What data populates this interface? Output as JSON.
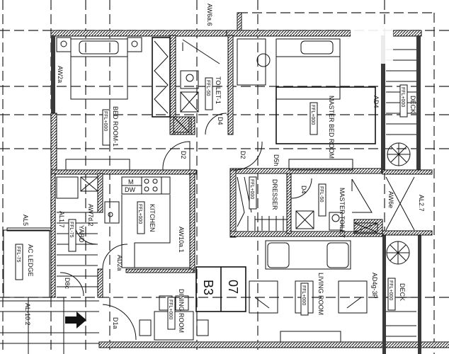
{
  "plan": {
    "unit_number": "07",
    "block": "B3",
    "rooms": {
      "bedroom1": {
        "label": "BED ROOM-1",
        "level": "FFL+000"
      },
      "toilet1": {
        "label": "TOILET-1",
        "level": "FFL-50"
      },
      "master_bed": {
        "label": "MASTER BED ROOM",
        "level": "FFL+000"
      },
      "deck_upper": {
        "label": "DECK",
        "level": "FFL+000"
      },
      "dresser": {
        "label": "DRESSER",
        "level": "FFL+000"
      },
      "master_toilet": {
        "label": "MASTER TOILET",
        "level": "FFL-50"
      },
      "kitchen": {
        "label": "KITCHEN",
        "level": "FFL+000"
      },
      "yard": {
        "label": "YARD",
        "level": "FFL-75"
      },
      "ac_ledge": {
        "label": "AC LEDGE",
        "level": "FFL-75"
      },
      "dining": {
        "label": "DINING ROOM",
        "level": "FFL+000"
      },
      "living": {
        "label": "LIVING ROOM",
        "level": "FFL+000"
      },
      "deck_lower": {
        "label": "DECK",
        "level": "FFL+000"
      }
    },
    "tags": {
      "aw6a6": "AW6a.6",
      "aw2a": "AW2a",
      "d4a": "D4",
      "d2a": "D2",
      "d2b": "D2",
      "d5h": "D5h",
      "ad4": "AD4",
      "d4b": "D4",
      "aw6e": "AW6e",
      "al27": "AL2.7",
      "m": "M",
      "dw": "DW",
      "aw10a1": "AW10a.1",
      "aw7d2": "AW7d.2",
      "al17": "AL1.7",
      "al5": "AL5",
      "ad2a": "AD2a",
      "d8c": "D8c",
      "d1a": "D1a",
      "al102": "AL-10.2",
      "ad4g3p": "AD4g-3P"
    }
  }
}
